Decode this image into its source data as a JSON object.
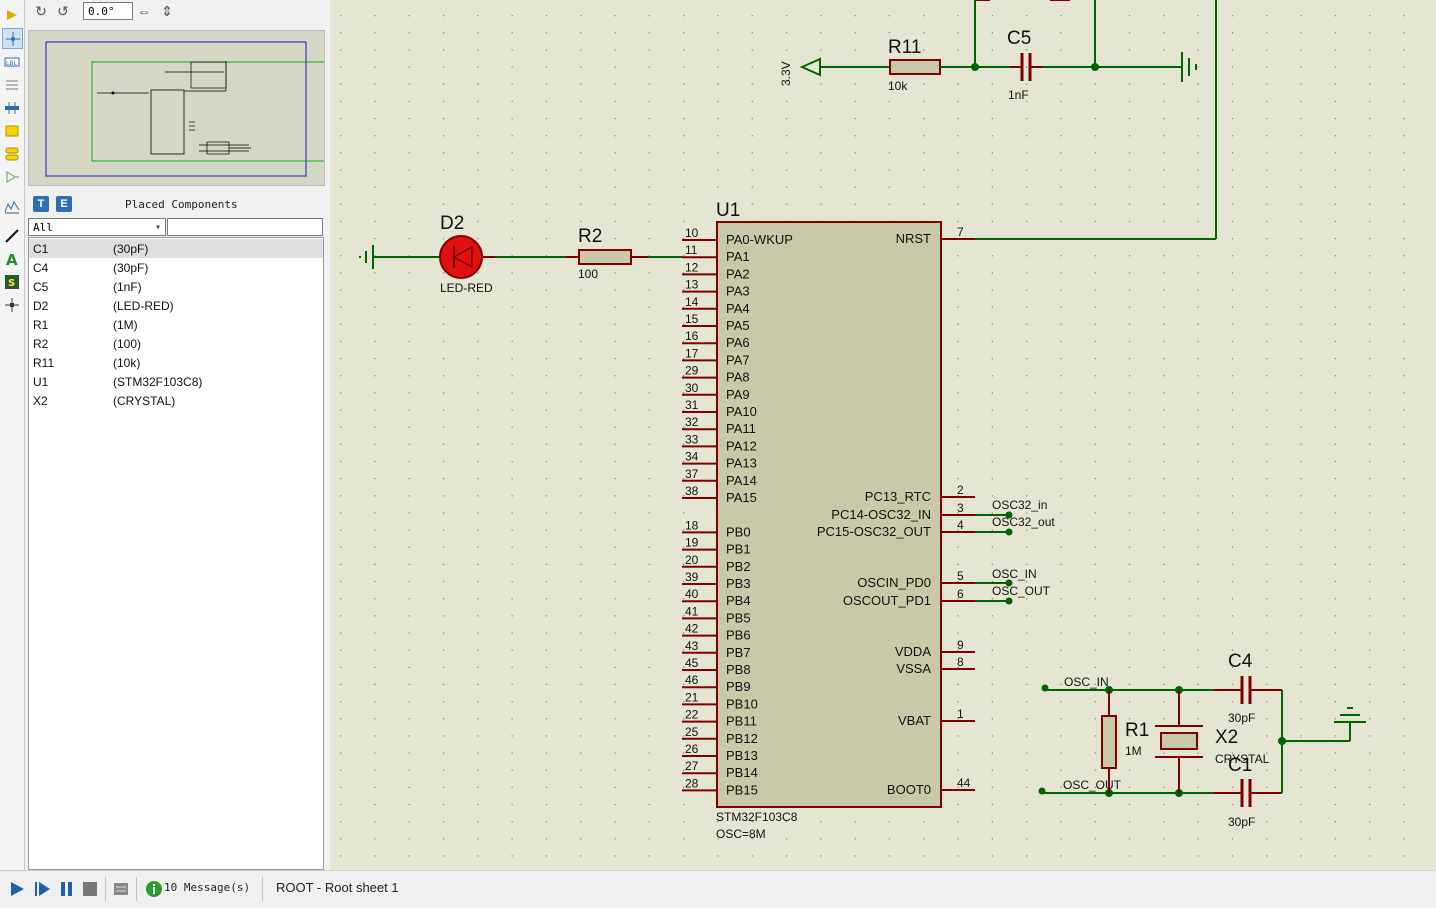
{
  "toolbar": {
    "rotation_value": "0.0°"
  },
  "panel": {
    "title": "Placed Components",
    "btn_t": "T",
    "btn_e": "E",
    "filter": "All",
    "components": [
      {
        "ref": "C1",
        "value": "(30pF)"
      },
      {
        "ref": "C4",
        "value": "(30pF)"
      },
      {
        "ref": "C5",
        "value": "(1nF)"
      },
      {
        "ref": "D2",
        "value": "(LED-RED)"
      },
      {
        "ref": "R1",
        "value": "(1M)"
      },
      {
        "ref": "R2",
        "value": "(100)"
      },
      {
        "ref": "R11",
        "value": "(10k)"
      },
      {
        "ref": "U1",
        "value": "(STM32F103C8)"
      },
      {
        "ref": "X2",
        "value": "(CRYSTAL)"
      }
    ]
  },
  "schematic": {
    "r11": {
      "ref": "R11",
      "value": "10k"
    },
    "c5": {
      "ref": "C5",
      "value": "1nF"
    },
    "supply": "3.3V",
    "d2": {
      "ref": "D2",
      "value": "LED-RED"
    },
    "r2": {
      "ref": "R2",
      "value": "100"
    },
    "u1": {
      "ref": "U1",
      "part": "STM32F103C8",
      "osc": "OSC=8M",
      "left_pins": [
        {
          "num": "10",
          "name": "PA0-WKUP"
        },
        {
          "num": "11",
          "name": "PA1"
        },
        {
          "num": "12",
          "name": "PA2"
        },
        {
          "num": "13",
          "name": "PA3"
        },
        {
          "num": "14",
          "name": "PA4"
        },
        {
          "num": "15",
          "name": "PA5"
        },
        {
          "num": "16",
          "name": "PA6"
        },
        {
          "num": "17",
          "name": "PA7"
        },
        {
          "num": "29",
          "name": "PA8"
        },
        {
          "num": "30",
          "name": "PA9"
        },
        {
          "num": "31",
          "name": "PA10"
        },
        {
          "num": "32",
          "name": "PA11"
        },
        {
          "num": "33",
          "name": "PA12"
        },
        {
          "num": "34",
          "name": "PA13"
        },
        {
          "num": "37",
          "name": "PA14"
        },
        {
          "num": "38",
          "name": "PA15"
        },
        {
          "num": "18",
          "name": "PB0"
        },
        {
          "num": "19",
          "name": "PB1"
        },
        {
          "num": "20",
          "name": "PB2"
        },
        {
          "num": "39",
          "name": "PB3"
        },
        {
          "num": "40",
          "name": "PB4"
        },
        {
          "num": "41",
          "name": "PB5"
        },
        {
          "num": "42",
          "name": "PB6"
        },
        {
          "num": "43",
          "name": "PB7"
        },
        {
          "num": "45",
          "name": "PB8"
        },
        {
          "num": "46",
          "name": "PB9"
        },
        {
          "num": "21",
          "name": "PB10"
        },
        {
          "num": "22",
          "name": "PB11"
        },
        {
          "num": "25",
          "name": "PB12"
        },
        {
          "num": "26",
          "name": "PB13"
        },
        {
          "num": "27",
          "name": "PB14"
        },
        {
          "num": "28",
          "name": "PB15"
        }
      ],
      "right_pins": [
        {
          "num": "7",
          "name": "NRST"
        },
        {
          "num": "2",
          "name": "PC13_RTC"
        },
        {
          "num": "3",
          "name": "PC14-OSC32_IN"
        },
        {
          "num": "4",
          "name": "PC15-OSC32_OUT"
        },
        {
          "num": "5",
          "name": "OSCIN_PD0"
        },
        {
          "num": "6",
          "name": "OSCOUT_PD1"
        },
        {
          "num": "9",
          "name": "VDDA"
        },
        {
          "num": "8",
          "name": "VSSA"
        },
        {
          "num": "1",
          "name": "VBAT"
        },
        {
          "num": "44",
          "name": "BOOT0"
        }
      ]
    },
    "net_labels": {
      "osc32_in": "OSC32_in",
      "osc32_out": "OSC32_out",
      "osc_in": "OSC_IN",
      "osc_out": "OSC_OUT"
    },
    "osc_section": {
      "net_in": "OSC_IN",
      "net_out": "OSC_OUT",
      "c4": {
        "ref": "C4",
        "value": "30pF"
      },
      "c1": {
        "ref": "C1",
        "value": "30pF"
      },
      "r1": {
        "ref": "R1",
        "value": "1M"
      },
      "x2": {
        "ref": "X2",
        "value": "CRYSTAL"
      }
    }
  },
  "status": {
    "messages": "10 Message(s)",
    "sheet": "ROOT - Root sheet 1"
  },
  "colors": {
    "wire": "#006400",
    "component": "#800000",
    "body_fill": "#c9c9aa",
    "sheet_bg": "#e5e5d3",
    "led": "#e01010"
  }
}
